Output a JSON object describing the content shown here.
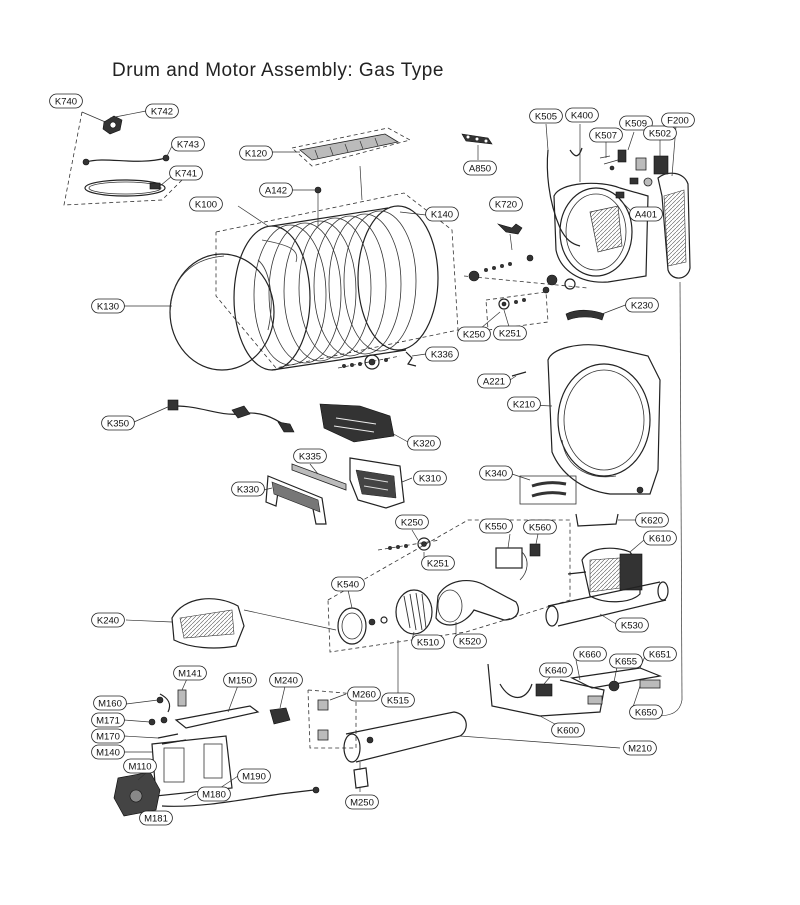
{
  "title": "Drum and Motor Assembly: Gas Type",
  "labels": {
    "K740": "K740",
    "K742": "K742",
    "K743": "K743",
    "K741": "K741",
    "K120": "K120",
    "A142": "A142",
    "K100": "K100",
    "K140": "K140",
    "K130": "K130",
    "A850": "A850",
    "K505": "K505",
    "K400": "K400",
    "K507": "K507",
    "K509": "K509",
    "K502": "K502",
    "F200": "F200",
    "A401": "A401",
    "K720": "K720",
    "K230": "K230",
    "K250a": "K250",
    "K251a": "K251",
    "K336": "K336",
    "A221": "A221",
    "K210": "K210",
    "K350": "K350",
    "K320": "K320",
    "K335": "K335",
    "K330": "K330",
    "K310": "K310",
    "K340": "K340",
    "K620": "K620",
    "K250b": "K250",
    "K251b": "K251",
    "K550": "K550",
    "K560": "K560",
    "K610": "K610",
    "K540": "K540",
    "K240": "K240",
    "K530": "K530",
    "K510": "K510",
    "K520": "K520",
    "K515": "K515",
    "K660": "K660",
    "K651": "K651",
    "K640": "K640",
    "K655": "K655",
    "K650": "K650",
    "K600": "K600",
    "M141": "M141",
    "M150": "M150",
    "M240": "M240",
    "M160": "M160",
    "M260": "M260",
    "M171": "M171",
    "M170": "M170",
    "M140": "M140",
    "M110": "M110",
    "M190": "M190",
    "M180": "M180",
    "M181": "M181",
    "M210": "M210",
    "M250": "M250"
  }
}
